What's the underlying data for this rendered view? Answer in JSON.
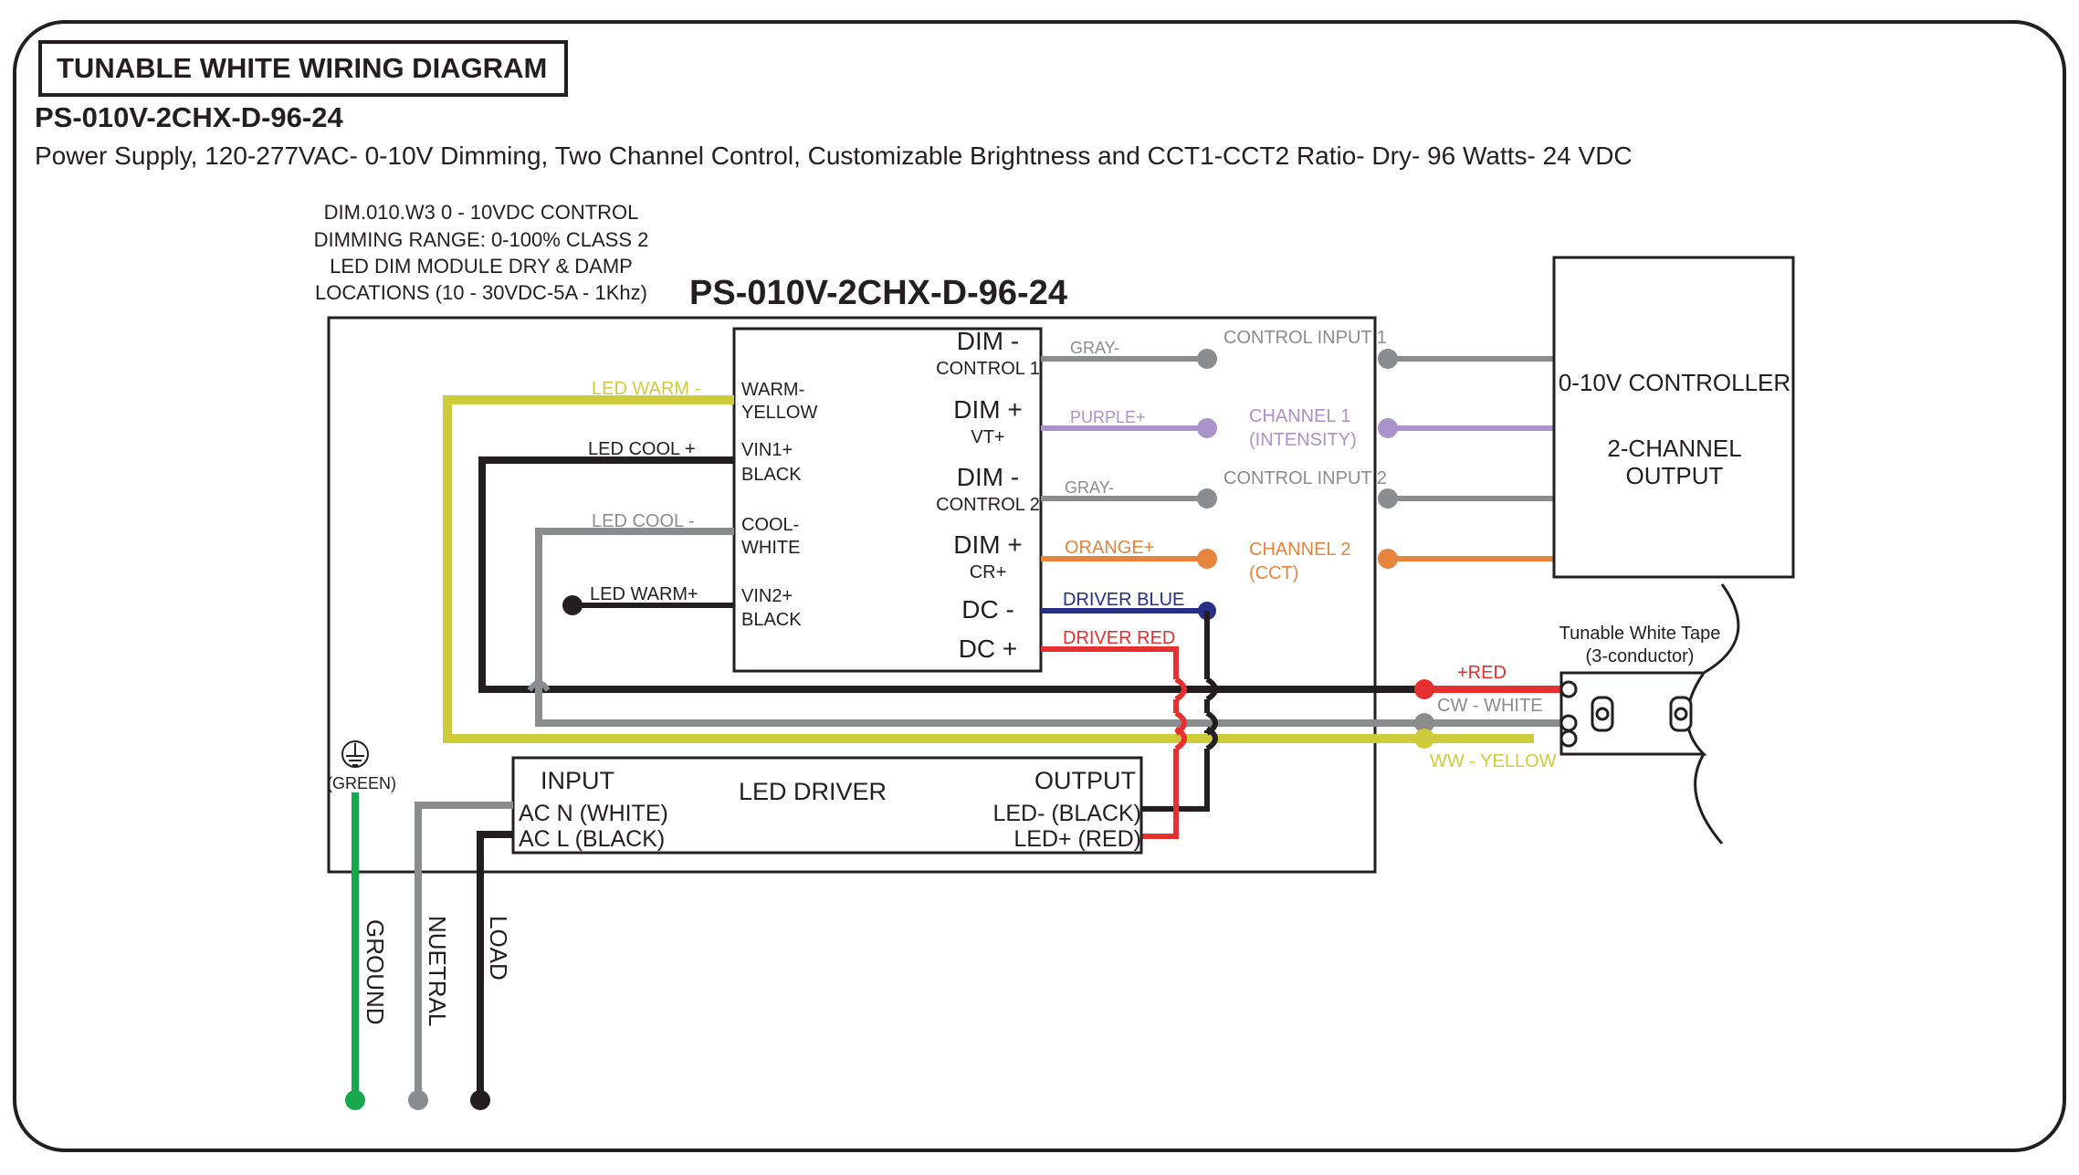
{
  "header": {
    "title": "TUNABLE WHITE WIRING DIAGRAM",
    "model": "PS-010V-2CHX-D-96-24",
    "description": "Power Supply, 120-277VAC- 0-10V Dimming, Two Channel Control, Customizable Brightness and CCT1-CCT2 Ratio- Dry- 96 Watts- 24 VDC"
  },
  "dim_module_note": [
    "DIM.010.W3 0 - 10VDC CONTROL",
    "DIMMING RANGE: 0-100% CLASS 2",
    "LED DIM MODULE DRY & DAMP",
    "LOCATIONS (10 - 30VDC-5A - 1Khz)"
  ],
  "enclosure_title": "PS-010V-2CHX-D-96-24",
  "module": {
    "left_terminals": [
      [
        "WARM-",
        "YELLOW"
      ],
      [
        "VIN1+",
        "BLACK"
      ],
      [
        "COOL-",
        "WHITE"
      ],
      [
        "VIN2+",
        "BLACK"
      ]
    ],
    "right_terminals": [
      [
        "DIM -",
        "CONTROL 1"
      ],
      [
        "DIM +",
        "VT+"
      ],
      [
        "DIM -",
        "CONTROL 2"
      ],
      [
        "DIM +",
        "CR+"
      ],
      [
        "DC -",
        ""
      ],
      [
        "DC +",
        ""
      ]
    ]
  },
  "wire_labels": {
    "led_warm_minus": "LED WARM -",
    "led_cool_plus": "LED COOL +",
    "led_cool_minus": "LED COOL -",
    "led_warm_plus": "LED WARM+",
    "gray1": "GRAY-",
    "purple": "PURPLE+",
    "gray2": "GRAY-",
    "orange": "ORANGE+",
    "driver_blue": "DRIVER BLUE",
    "driver_red": "DRIVER RED",
    "red_plus": "+RED",
    "cw_white": "CW - WHITE",
    "ww_yellow": "WW - YELLOW"
  },
  "controller_inputs": {
    "control_input_1": "CONTROL INPUT 1",
    "channel_1": [
      "CHANNEL 1",
      "(INTENSITY)"
    ],
    "control_input_2": "CONTROL INPUT 2",
    "channel_2": [
      "CHANNEL 2",
      "(CCT)"
    ]
  },
  "controller": {
    "title": "0-10V CONTROLLER",
    "subtitle": [
      "2-CHANNEL",
      "OUTPUT"
    ]
  },
  "tape": {
    "title": "Tunable White Tape",
    "subtitle": "(3-conductor)"
  },
  "driver": {
    "name": "LED DRIVER",
    "input_label": "INPUT",
    "output_label": "OUTPUT",
    "ac_n": "AC N (WHITE)",
    "ac_l": "AC L (BLACK)",
    "led_minus": "LED- (BLACK)",
    "led_plus": "LED+ (RED)"
  },
  "ground_symbol_label": "(GREEN)",
  "mains": {
    "ground": "GROUND",
    "neutral": "NUETRAL",
    "load": "LOAD"
  },
  "colors": {
    "black": "#231f20",
    "yellow": "#cfcc3c",
    "gray": "#8a8c8e",
    "purple": "#a993c8",
    "orange": "#e6843d",
    "blue": "#262e86",
    "red": "#e5302f",
    "green": "#17a84b"
  }
}
